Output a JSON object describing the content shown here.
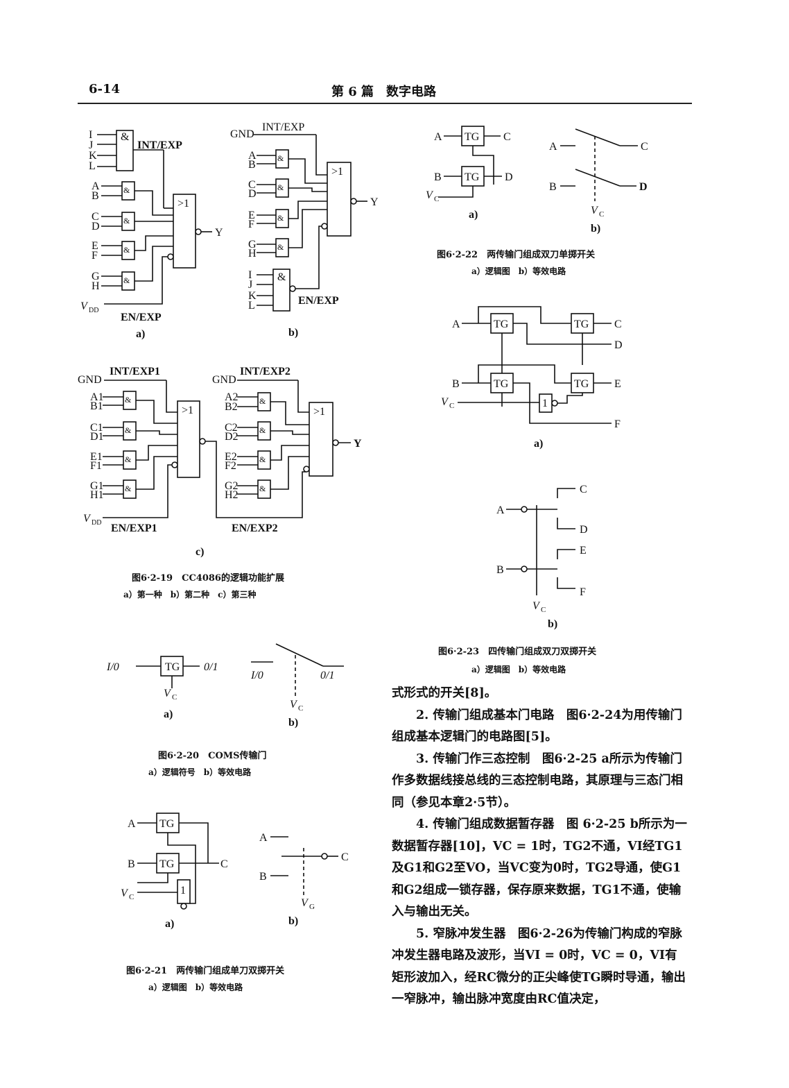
{
  "header": {
    "page_number": "6-14",
    "section_title": "第 6 篇　数字电路"
  },
  "fig19": {
    "caption": "图6·2-19　CC4086的逻辑功能扩展",
    "sub": "a）第一种　b）第二种　c）第三种",
    "a": {
      "tag": "a)",
      "int_exp": "INT/EXP",
      "vdd": "V",
      "vdd_sub": "DD",
      "en_exp": "EN/EXP",
      "out": "Y",
      "ge1": ">1",
      "amp": "&",
      "inputs": [
        "I",
        "J",
        "K",
        "L",
        "A",
        "B",
        "C",
        "D",
        "E",
        "F",
        "G",
        "H"
      ]
    },
    "b": {
      "tag": "b)",
      "gnd": "GND",
      "int_exp": "INT/EXP",
      "en_exp": "EN/EXP",
      "out": "Y",
      "ge1": ">1",
      "amp": "&",
      "inputs": [
        "A",
        "B",
        "C",
        "D",
        "E",
        "F",
        "G",
        "H",
        "I",
        "J",
        "K",
        "L"
      ]
    },
    "c": {
      "tag": "c)",
      "gnd1": "GND",
      "gnd2": "GND",
      "int_exp1": "INT/EXP1",
      "int_exp2": "INT/EXP2",
      "en_exp1": "EN/EXP1",
      "en_exp2": "EN/EXP2",
      "vdd": "V",
      "vdd_sub": "DD",
      "out": "Y",
      "ge1": ">1",
      "amp": "&",
      "inputs1": [
        "A1",
        "B1",
        "C1",
        "D1",
        "E1",
        "F1",
        "G1",
        "H1"
      ],
      "inputs2": [
        "A2",
        "B2",
        "C2",
        "D2",
        "E2",
        "F2",
        "G2",
        "H2"
      ]
    }
  },
  "fig20": {
    "caption": "图6·2-20　COMS传输门",
    "sub": "a）逻辑符号　b）等效电路",
    "a": {
      "tag": "a)",
      "left": "I/0",
      "right": "0/1",
      "tg": "TG",
      "vc": "V",
      "vc_sub": "C"
    },
    "b": {
      "tag": "b)",
      "left": "I/0",
      "right": "0/1",
      "vc": "V",
      "vc_sub": "C"
    }
  },
  "fig21": {
    "caption": "图6·2-21　两传输门组成单刀双掷开关",
    "sub": "a）逻辑图　b）等效电路",
    "a": {
      "tag": "a)",
      "a": "A",
      "b": "B",
      "c": "C",
      "tg": "TG",
      "inv": "1",
      "vc": "V",
      "vc_sub": "C"
    },
    "b": {
      "tag": "b)",
      "a": "A",
      "b": "B",
      "c": "C",
      "vc": "V",
      "vc_sub": "G"
    }
  },
  "fig22": {
    "caption": "图6·2-22　两传输门组成双刀单掷开关",
    "sub": "a）逻辑图　b）等效电路",
    "a": {
      "tag": "a)",
      "a": "A",
      "b": "B",
      "c": "C",
      "d": "D",
      "tg": "TG",
      "vc": "V",
      "vc_sub": "C"
    },
    "b": {
      "tag": "b)",
      "a": "A",
      "b": "B",
      "c": "C",
      "d": "D",
      "vc": "V",
      "vc_sub": "C"
    }
  },
  "fig23": {
    "caption": "图6·2-23　四传输门组成双刀双掷开关",
    "sub": "a）逻辑图　b）等效电路",
    "a": {
      "tag": "a)",
      "a": "A",
      "b": "B",
      "c": "C",
      "d": "D",
      "e": "E",
      "f": "F",
      "tg": "TG",
      "inv": "1",
      "vc": "V",
      "vc_sub": "C"
    },
    "b": {
      "tag": "b)",
      "a": "A",
      "b": "B",
      "c": "C",
      "d": "D",
      "e": "E",
      "f": "F",
      "vc": "V",
      "vc_sub": "C"
    }
  },
  "body": {
    "p0": "式形式的开关[8]。",
    "p1": "2. 传输门组成基本门电路　图6·2-24为用传输门组成基本逻辑门的电路图[5]。",
    "p2": "3. 传输门作三态控制　图6·2-25 a所示为传输门作多数据线接总线的三态控制电路，其原理与三态门相同（参见本章2·5节）。",
    "p3": "4. 传输门组成数据暂存器　图 6·2-25 b所示为一数据暂存器[10]，VC = 1时，TG2不通，VI经TG1及G1和G2至VO，当VC变为0时，TG2导通，使G1和G2组成一锁存器，保存原来数据，TG1不通，使输入与输出无关。",
    "p4": "5. 窄脉冲发生器　图6·2-26为传输门构成的窄脉冲发生器电路及波形，当VI = 0时，VC = 0，VI有矩形波加入，经RC微分的正尖峰使TG瞬时导通，输出一窄脉冲，输出脉冲宽度由RC值决定，"
  }
}
